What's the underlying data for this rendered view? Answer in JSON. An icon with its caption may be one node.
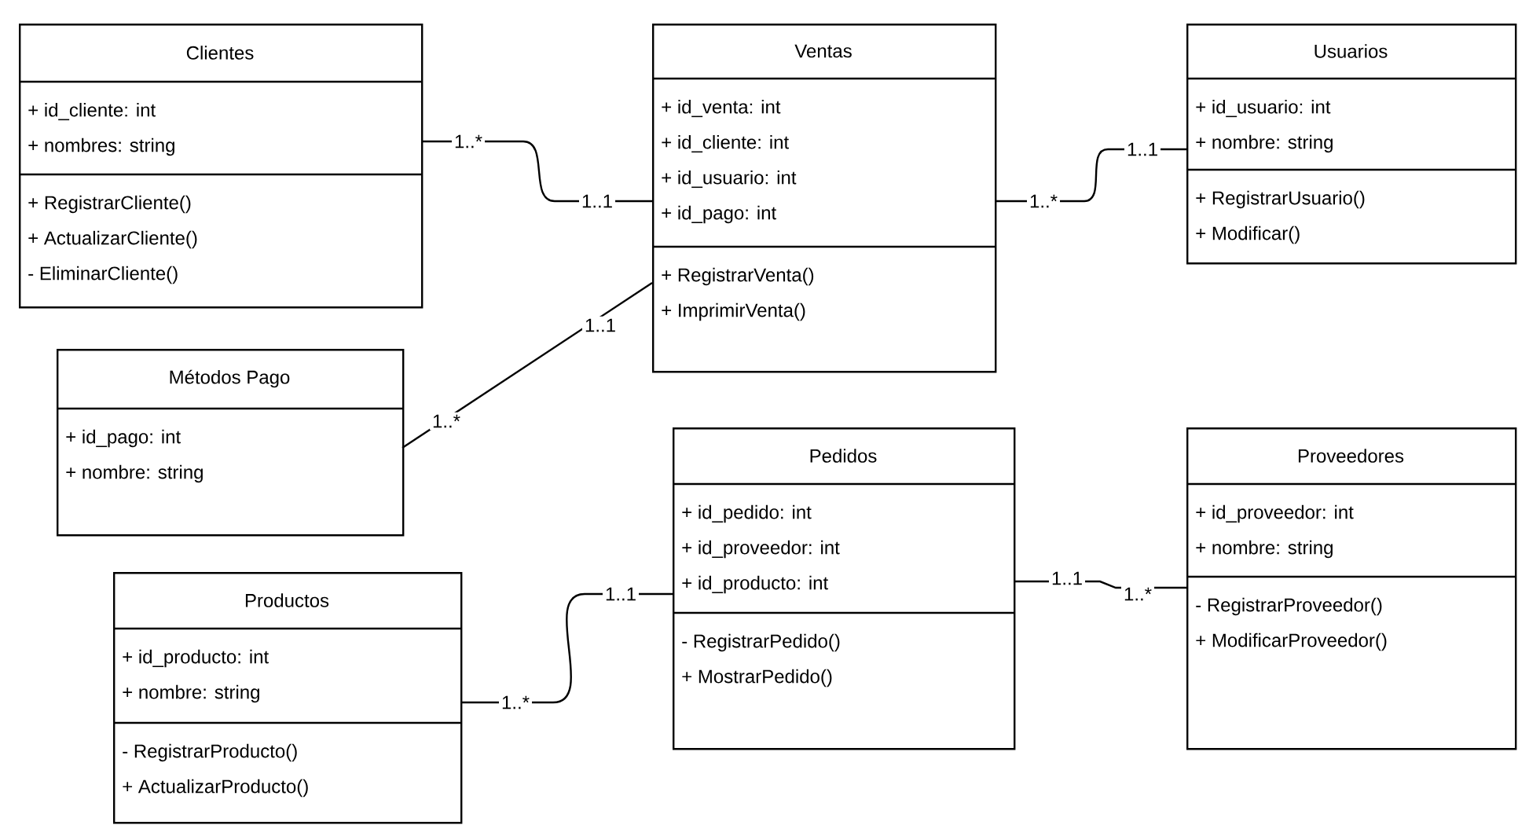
{
  "diagram": {
    "nodes": [
      {
        "text": [
          "Clientes",
          "+ id_cliente: int",
          "+ nombres: string",
          "+ RegistrarCliente()",
          "+ ActualizarCliente()",
          "- EliminarCliente()"
        ]
      },
      {
        "text": [
          "Ventas",
          "+ id_venta: int",
          "+ id_cliente: int",
          "+ id_usuario: int",
          "+ id_pago: int",
          "+ RegistrarVenta()",
          "+ ImprimirVenta()"
        ]
      },
      {
        "text": [
          "Usuarios",
          "+ id_usuario: int",
          "+ nombre: string",
          "+ RegistrarUsuario()",
          "+ Modificar()"
        ]
      },
      {
        "text": [
          "Métodos Pago",
          "+ id_pago: int",
          "+ nombre: string"
        ]
      },
      {
        "text": [
          "Pedidos",
          "+ id_pedido: int",
          "+ id_proveedor: int",
          "+ id_producto: int",
          "- RegistrarPedido()",
          "+ MostrarPedido()"
        ]
      },
      {
        "text": [
          "Proveedores",
          "+ id_proveedor: int",
          "+ nombre: string",
          "- RegistrarProveedor()",
          "+ ModificarProveedor()"
        ]
      },
      {
        "text": [
          "Productos",
          "+ id_producto: int",
          "+ nombre: string",
          "- RegistrarProducto()",
          "+ ActualizarProducto()"
        ]
      }
    ],
    "edges": [
      {
        "from": 0,
        "to": 1,
        "arrow": "none"
      },
      {
        "from": 1,
        "to": 2,
        "arrow": "none"
      },
      {
        "from": 3,
        "to": 1,
        "arrow": "none"
      },
      {
        "from": 6,
        "to": 4,
        "arrow": "none"
      },
      {
        "from": 4,
        "to": 5,
        "arrow": "none"
      }
    ],
    "labels": [
      "1..*",
      "1..1",
      "1..*",
      "1..1",
      "1..1",
      "1..*",
      "1..1",
      "1..1",
      "1..*",
      "1..*"
    ]
  }
}
